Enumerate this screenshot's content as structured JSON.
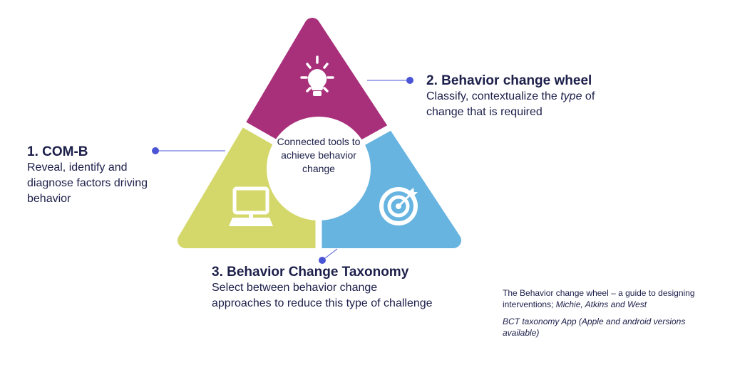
{
  "center_label": "Connected tools to achieve behavior change",
  "colors": {
    "magenta": "#a8307a",
    "yellow": "#d4d86a",
    "blue": "#67b4e0",
    "text": "#1c1f4a",
    "connector": "#4a55d6"
  },
  "items": [
    {
      "title": "1.  COM-B",
      "desc": [
        "Reveal, identify and",
        "diagnose factors driving",
        "behavior"
      ],
      "icon": "computer-icon"
    },
    {
      "title": "2. Behavior change wheel",
      "desc_pre": "Classify, contextualize the ",
      "desc_em": "type",
      "desc_post": " of",
      "desc2": "change that is required",
      "icon": "lightbulb-icon"
    },
    {
      "title": "3. Behavior Change Taxonomy",
      "desc": [
        "Select between behavior change",
        "approaches to reduce this type of challenge"
      ],
      "icon": "target-icon"
    }
  ],
  "references": {
    "ref1_text": "The Behavior change wheel – a guide to designing interventions; ",
    "ref1_authors": "Michie, Atkins and West",
    "ref2": "BCT taxonomy App (Apple and android versions available)"
  }
}
